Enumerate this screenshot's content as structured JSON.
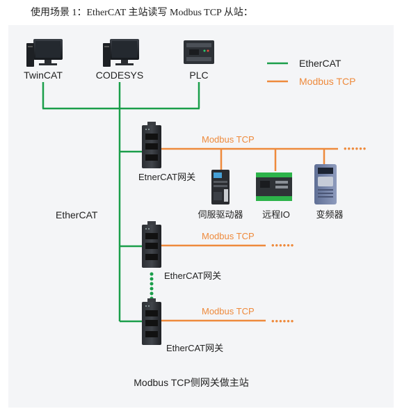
{
  "heading": "使用场景 1：EtherCAT 主站读写 Modbus TCP 从站：",
  "masters": [
    {
      "label": "TwinCAT",
      "icon": "desktop-pc-icon"
    },
    {
      "label": "CODESYS",
      "icon": "desktop-pc-icon"
    },
    {
      "label": "PLC",
      "icon": "plc-controller-icon"
    }
  ],
  "legend": {
    "ethercat_label": "EtherCAT",
    "modbus_label": "Modbus TCP",
    "ethercat_color": "#1a9e4a",
    "modbus_color": "#ee8a3c"
  },
  "bus_label": "EtherCAT",
  "gateways": [
    {
      "label": "EtnerCAT网关",
      "line_label": "Modbus TCP",
      "more": "••••••"
    },
    {
      "label": "EtherCAT网关",
      "line_label": "Modbus TCP",
      "more": "••••••"
    },
    {
      "label": "EtherCAT网关",
      "line_label": "Modbus TCP",
      "more": "••••••"
    }
  ],
  "slaves": [
    {
      "label": "伺服驱动器",
      "icon": "servo-drive-icon"
    },
    {
      "label": "远程IO",
      "icon": "remote-io-icon"
    },
    {
      "label": "变频器",
      "icon": "inverter-icon"
    }
  ],
  "caption": "Modbus TCP侧网关做主站"
}
